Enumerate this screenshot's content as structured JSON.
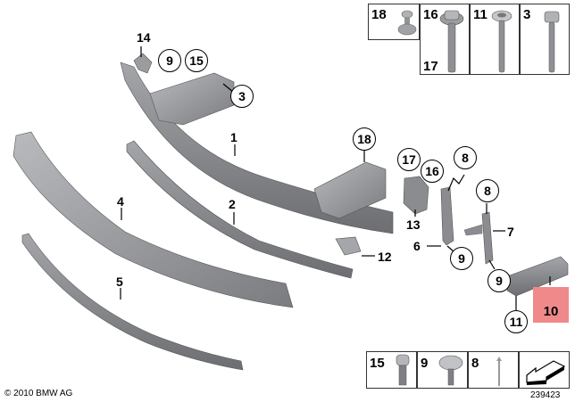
{
  "diagram": {
    "copyright": "© 2010 BMW AG",
    "diagram_number": "239423",
    "colors": {
      "part_fill": "#8a8c90",
      "part_dark": "#5e6064",
      "part_light": "#b4b6ba",
      "highlight_box": "#f08a8a",
      "line": "#000000"
    },
    "top_hardware_table": {
      "cells": [
        {
          "labels": [
            "18"
          ],
          "icon": "push-nut-icon"
        },
        {
          "labels": [
            "16",
            "17"
          ],
          "icon": "hex-flange-bolt-icon"
        },
        {
          "labels": [
            "11"
          ],
          "icon": "torx-bolt-icon"
        },
        {
          "labels": [
            "3"
          ],
          "icon": "hex-bolt-icon"
        }
      ]
    },
    "bottom_hardware_table": {
      "cells": [
        {
          "labels": [
            "15"
          ],
          "icon": "socket-cap-screw-icon"
        },
        {
          "labels": [
            "9"
          ],
          "icon": "pan-head-screw-icon"
        },
        {
          "labels": [
            "8"
          ],
          "icon": "rivet-icon"
        },
        {
          "labels": [
            ""
          ],
          "icon": "direction-arrow-icon"
        }
      ]
    },
    "callouts": {
      "c1": "1",
      "c2": "2",
      "c4": "4",
      "c5": "5",
      "c6": "6",
      "c7": "7",
      "c12": "12",
      "c13": "13",
      "c14": "14"
    },
    "circled": {
      "k9a": "9",
      "k15": "15",
      "k3": "3",
      "k18": "18",
      "k17": "17",
      "k16": "16",
      "k8a": "8",
      "k8b": "8",
      "k9b": "9",
      "k9c": "9",
      "k11": "11"
    },
    "highlighted_part": "10"
  }
}
